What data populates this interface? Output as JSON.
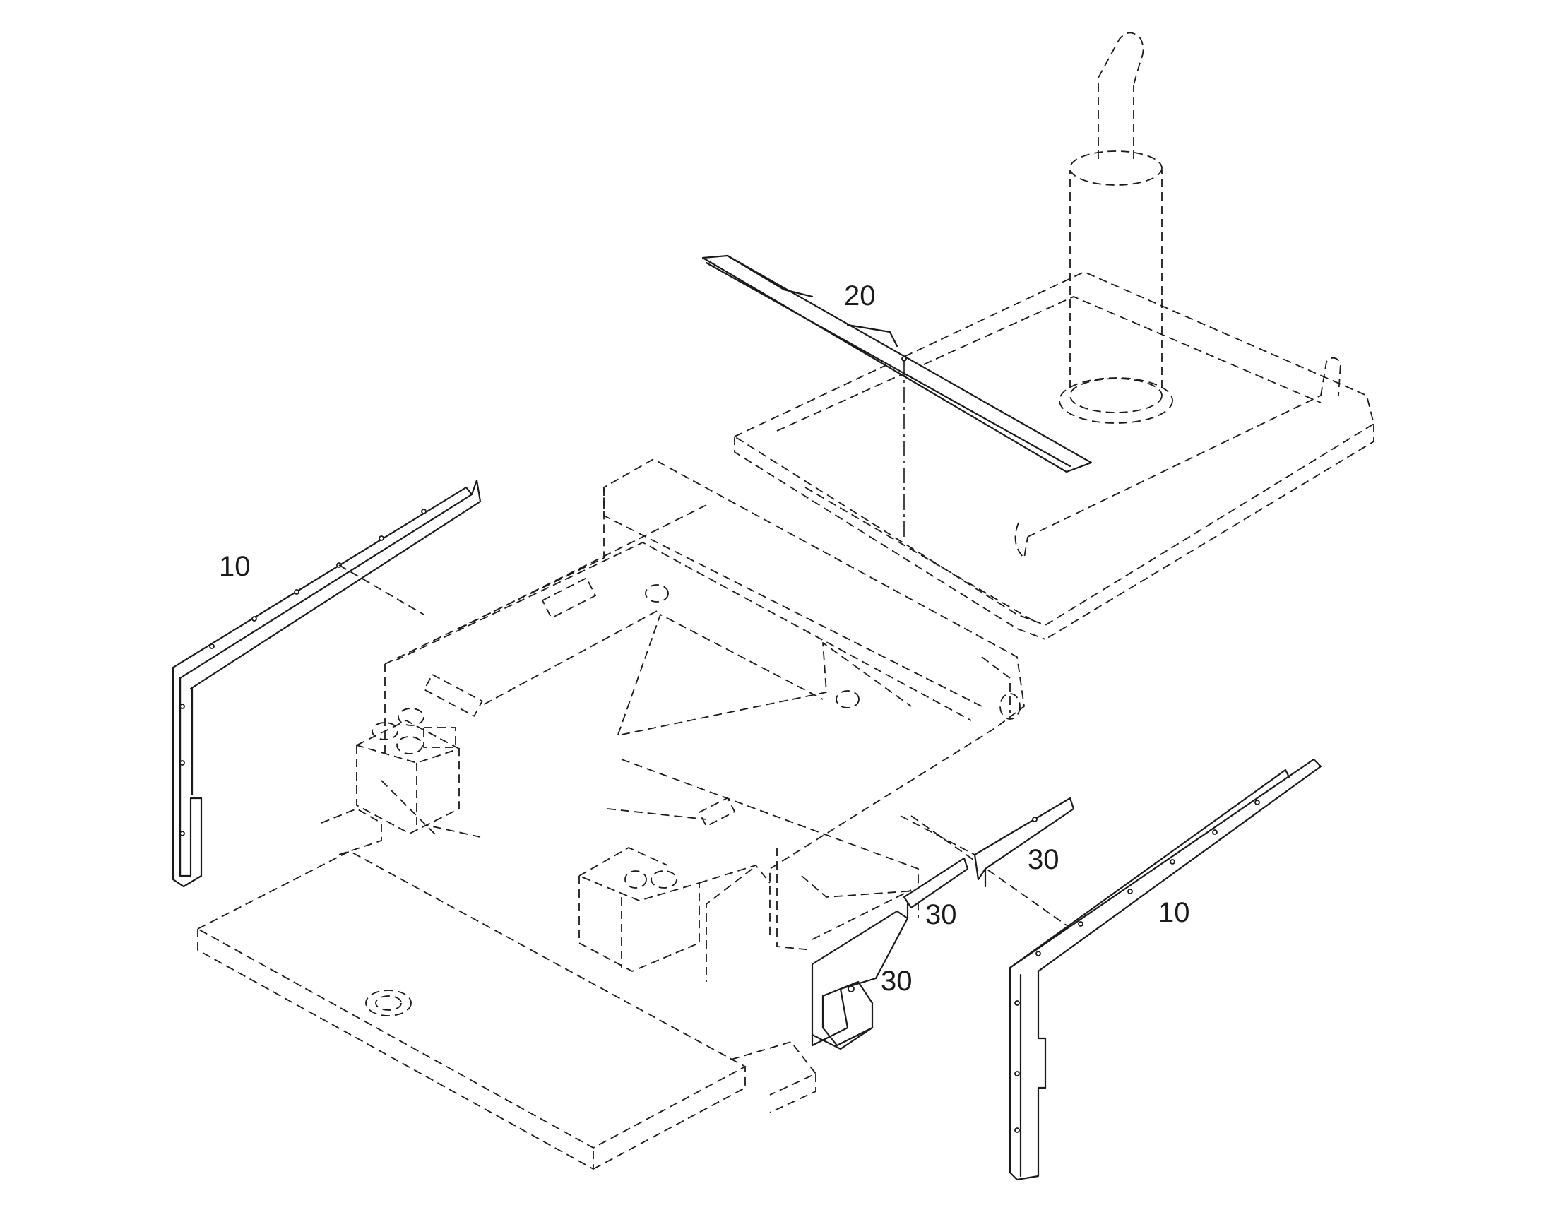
{
  "callouts": {
    "c10_left": "10",
    "c10_right": "10",
    "c20": "20",
    "c30_upper": "30",
    "c30_middle": "30",
    "c30_lower": "30"
  }
}
